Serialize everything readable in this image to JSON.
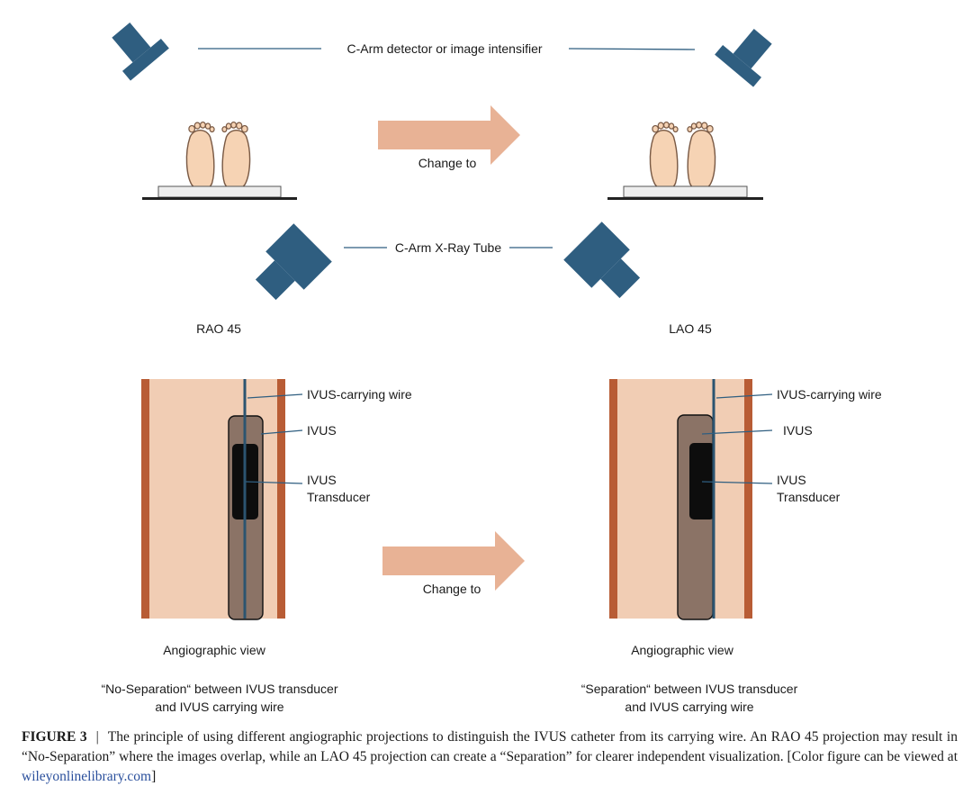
{
  "colors": {
    "device_blue": "#2f5e80",
    "arrow_peach": "#e8b295",
    "skin": "#f6d3b4",
    "vessel_wall": "#b85c35",
    "vessel_lumen": "#f1cdb4",
    "catheter": "#8b7366",
    "transducer": "#0d0d0d",
    "wire": "#2c5470"
  },
  "top": {
    "detector_label": "C-Arm detector or image intensifier",
    "tube_label": "C-Arm X-Ray Tube",
    "arrow_label": "Change to",
    "left_projection": "RAO 45",
    "right_projection": "LAO 45"
  },
  "bottom": {
    "wire_label": "IVUS-carrying wire",
    "ivus_label": "IVUS",
    "transducer_label_line1": "IVUS",
    "transducer_label_line2": "Transducer",
    "arrow_label": "Change to",
    "left_view_label": "Angiographic view",
    "right_view_label": "Angiographic view",
    "left_desc_line1": "“No-Separation“ between IVUS transducer",
    "left_desc_line2": "and IVUS carrying wire",
    "right_desc_line1": "“Separation“ between IVUS transducer",
    "right_desc_line2": "and IVUS carrying wire"
  },
  "caption": {
    "label": "FIGURE 3",
    "separator": "|",
    "text": "The principle of using different angiographic projections to distinguish the IVUS catheter from its carrying wire. An RAO 45 projection may result in “No-Separation” where the images overlap, while an LAO 45 projection can create a “Separation” for clearer independent visualization. [Color figure can be viewed at",
    "link": "wileyonlinelibrary.com",
    "end": "]"
  }
}
